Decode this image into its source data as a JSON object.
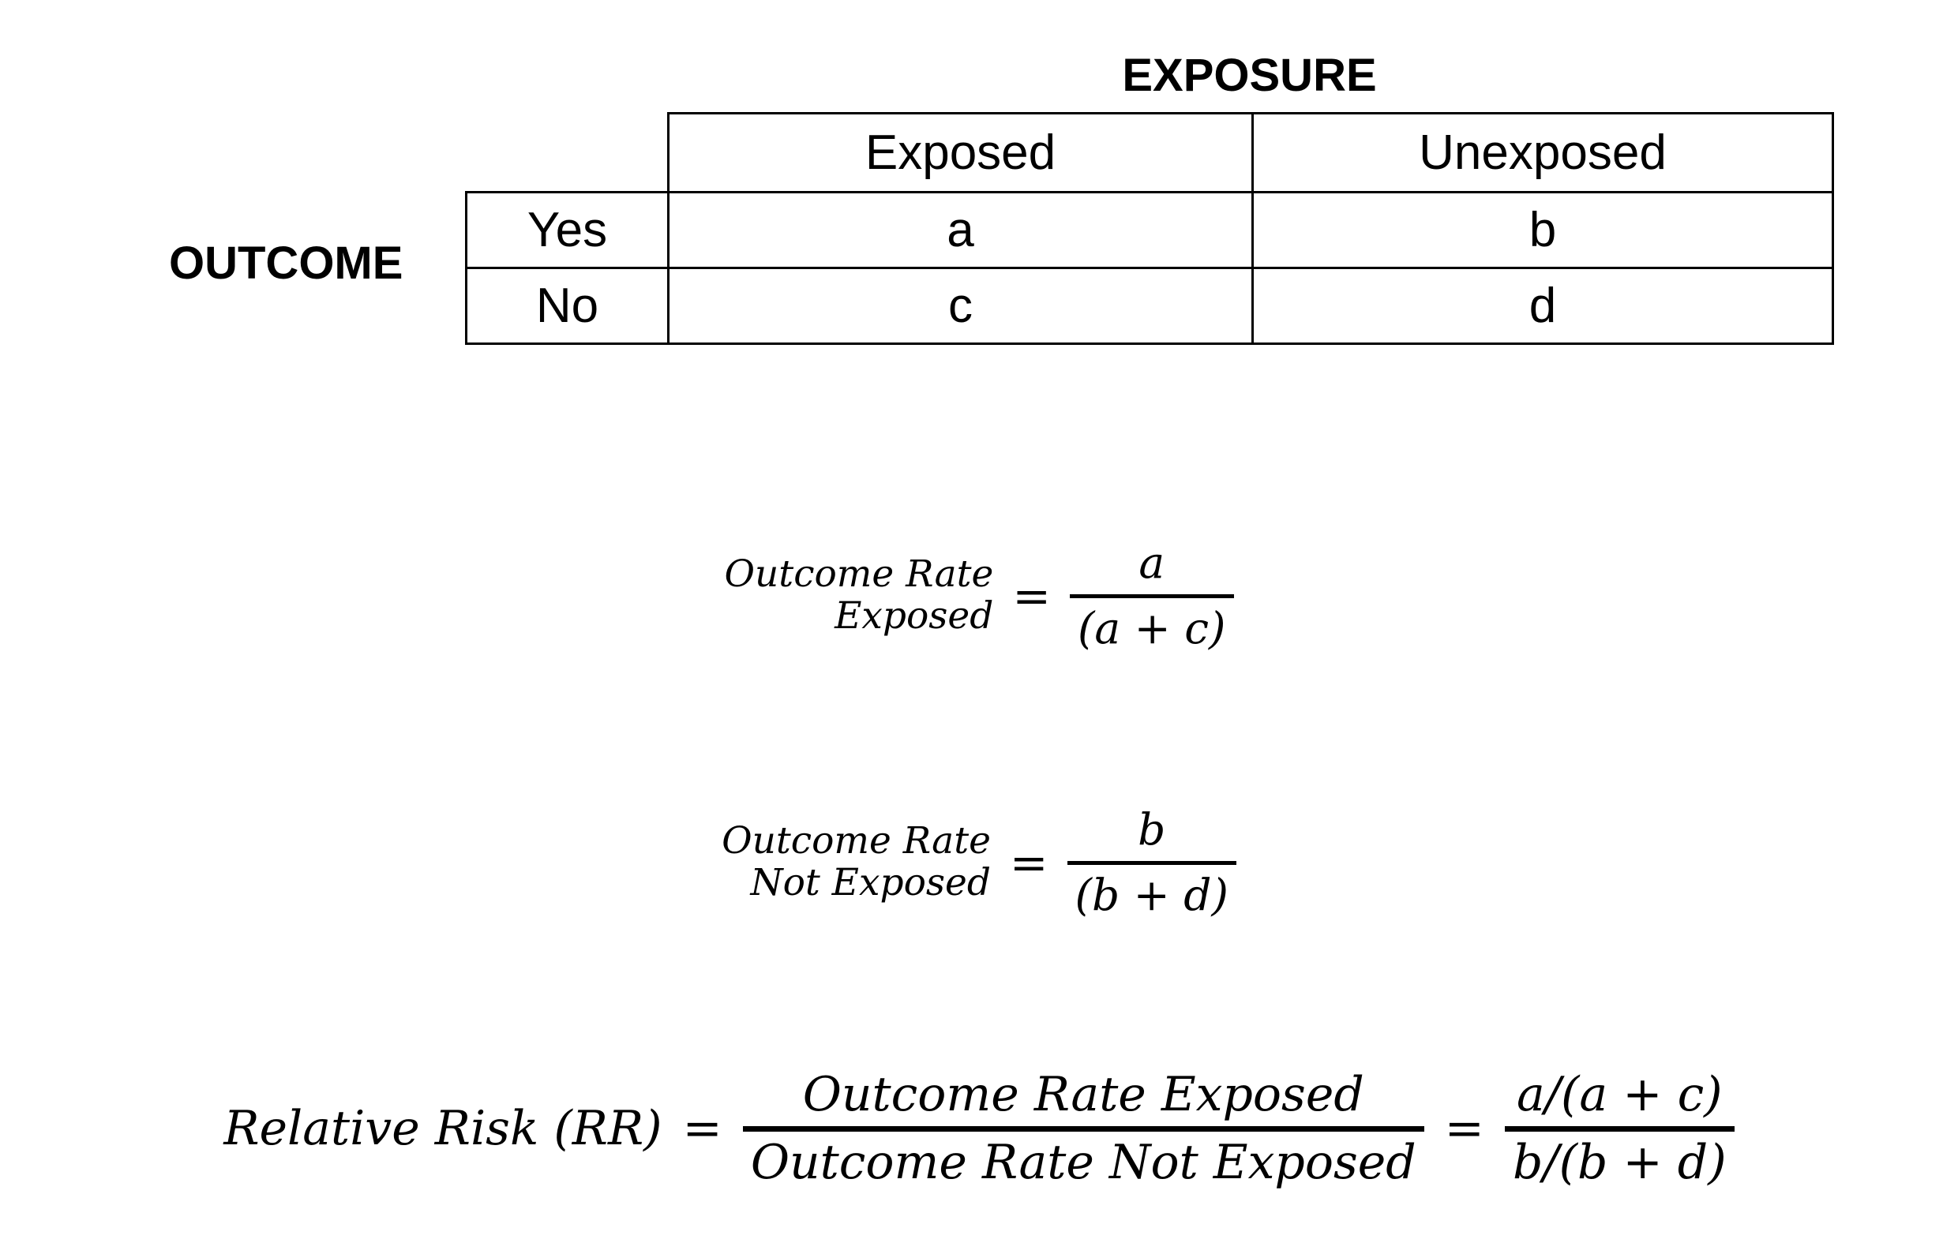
{
  "page": {
    "background": "#ffffff",
    "text_color": "#000000",
    "border_color": "#000000"
  },
  "table": {
    "exposure_title": "EXPOSURE",
    "outcome_title": "OUTCOME",
    "col_headers": [
      "Exposed",
      "Unexposed"
    ],
    "rows": [
      {
        "label": "Yes",
        "exposed": "a",
        "unexposed": "b"
      },
      {
        "label": "No",
        "exposed": "c",
        "unexposed": "d"
      }
    ]
  },
  "formulas": {
    "outcome_rate_exposed": {
      "label_line1": "Outcome Rate",
      "label_line2": "Exposed",
      "equals": "=",
      "numerator": "a",
      "denominator": "(a + c)"
    },
    "outcome_rate_not_exposed": {
      "label_line1": "Outcome Rate",
      "label_line2": "Not Exposed",
      "equals": "=",
      "numerator": "b",
      "denominator": "(b + d)"
    },
    "relative_risk": {
      "label": "Relative Risk (RR)",
      "equals1": "=",
      "rate_numerator": "Outcome Rate Exposed",
      "rate_denominator": "Outcome Rate Not Exposed",
      "equals2": "=",
      "abcd_numerator": "a/(a + c)",
      "abcd_denominator": "b/(b + d)"
    }
  }
}
